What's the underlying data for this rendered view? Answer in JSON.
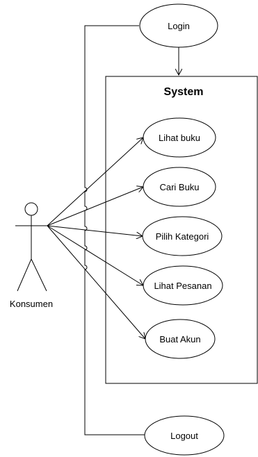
{
  "system": {
    "title": "System"
  },
  "actor": {
    "name": "Konsumen"
  },
  "use_cases": {
    "login": "Login",
    "lihat_buku": "Lihat buku",
    "cari_buku": "Cari Buku",
    "pilih_kategori": "Pilih Kategori",
    "lihat_pesanan": "Lihat Pesanan",
    "buat_akun": "Buat Akun",
    "logout": "Logout"
  }
}
